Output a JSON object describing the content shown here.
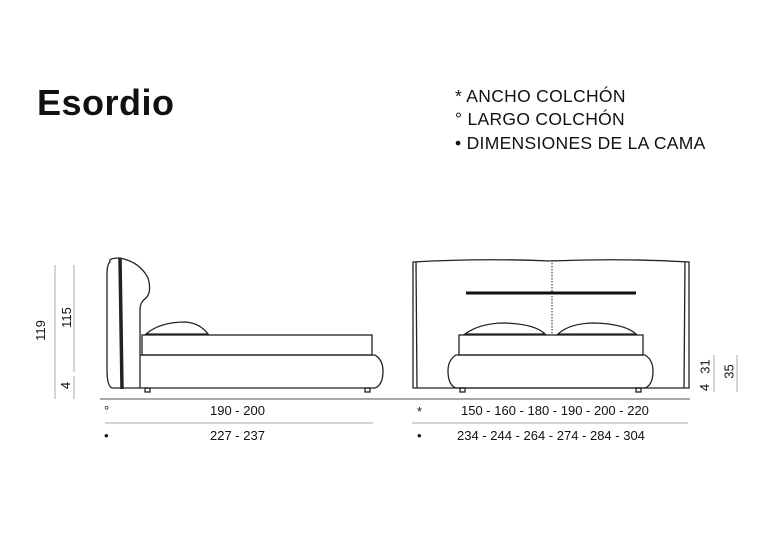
{
  "title": "Esordio",
  "legend": [
    "* ANCHO COLCHÓN",
    "° LARGO COLCHÓN",
    "• DIMENSIONES DE LA CAMA"
  ],
  "side_view": {
    "height_total": "119",
    "height_headboard": "115",
    "height_feet": "4",
    "row1_symbol": "°",
    "row1_value": "190 - 200",
    "row2_symbol": "•",
    "row2_value": "227 - 237"
  },
  "front_view": {
    "height_feet": "4",
    "height_base": "31",
    "height_total": "35",
    "row1_symbol": "*",
    "row1_value": "150 - 160 - 180 - 190 - 200 - 220",
    "row2_symbol": "•",
    "row2_value": "234 - 244 - 264 - 274 - 284 - 304"
  }
}
